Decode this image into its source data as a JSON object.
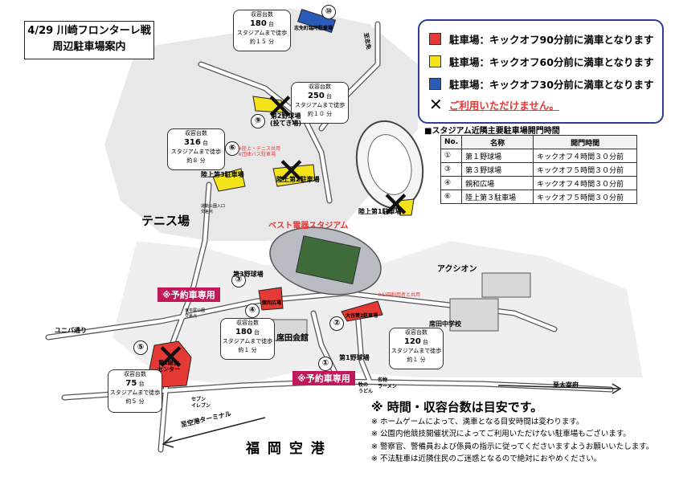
{
  "title": {
    "line1": "4/29 川崎フロンターレ戦",
    "line2": "周辺駐車場案内"
  },
  "legend": [
    {
      "color": "#e53935",
      "label": "駐車場：キックオフ90分前に満車となります"
    },
    {
      "color": "#f5e31a",
      "label": "駐車場：キックオフ60分前に満車となります"
    },
    {
      "color": "#2a5bb8",
      "label": "駐車場：キックオフ30分前に満車となります"
    }
  ],
  "legend_x": {
    "label": "ご利用いただけません。"
  },
  "gates": {
    "title": "■スタジアム近隣主要駐車場開門時間",
    "headers": [
      "No.",
      "名称",
      "開門時間"
    ],
    "rows": [
      [
        "①",
        "第１野球場",
        "キックオフ４時間３０分前"
      ],
      [
        "③",
        "第３野球場",
        "キックオフ５時間３０分前"
      ],
      [
        "④",
        "親和広場",
        "キックオフ４時間３０分前"
      ],
      [
        "⑥",
        "陸上第３駐車場",
        "キックオフ５時間３０分前"
      ]
    ]
  },
  "capacity": {
    "c10": {
      "l1": "収容台数",
      "count": "180",
      "unit": "台",
      "l3": "スタジアムまで徒歩",
      "walk": "約１５ 分"
    },
    "c9": {
      "l1": "収容台数",
      "count": "250",
      "unit": "台",
      "l3": "スタジアムまで徒歩",
      "walk": "約１０ 分"
    },
    "c6": {
      "l1": "収容台数",
      "count": "316",
      "unit": "台",
      "l3": "スタジアムまで徒歩",
      "walk": "約８ 分"
    },
    "c4": {
      "l1": "収容台数",
      "count": "180",
      "unit": "台",
      "l3": "スタジアムまで徒歩",
      "walk": "約１ 分"
    },
    "c2": {
      "l1": "収容台数",
      "count": "120",
      "unit": "台",
      "l3": "スタジアムまで徒歩",
      "walk": "約１ 分"
    },
    "c5": {
      "l1": "収容台数",
      "count": "75",
      "unit": "台",
      "l3": "スタジアムまで徒歩",
      "walk": "約５ 分"
    }
  },
  "numbers": {
    "n1": "①",
    "n2": "②",
    "n3": "③",
    "n4": "④",
    "n5": "⑤",
    "n6": "⑥",
    "n9": "⑨",
    "n10": "⑩"
  },
  "places": {
    "stadium": "ベスト電器スタジアム",
    "tennis": "テニス場",
    "airport": "福 岡 空 港",
    "yubabato": "ユニバ通り",
    "akashion": "アクシオン",
    "rikujo3": "陸上第3駐車場",
    "rikujo2": "陸上第2駐車場",
    "rikujo1": "陸上第1駐車場",
    "yakyu2": "第2野球場\n(投てき場)",
    "yakyu3": "第3野球場",
    "yakyu1": "第1野球場",
    "shinwa": "親和広場",
    "kaikan": "席田会館",
    "ootani2": "大谷第2駐車場",
    "sogo": "第1総合\nセンター",
    "chugakko": "席田中学校",
    "higashihirao": "志免町臨時駐車場",
    "seven": "セブン\nイレブン",
    "udon": "牧の\nうどん",
    "meihan": "名物\nラーメン",
    "to_dazaifu": "至太宰府",
    "to_airport": "至空港ターミナル",
    "to_north": "至志免",
    "note6": "※陸上・テニス共用\n※団体バス駐車場",
    "note_ootani": "※公園利用者と共用",
    "tennis_entrance": "運動公園入口\n交差点",
    "higashi_kouen": "東平尾公園\n交差点"
  },
  "reserved": {
    "r3": "※予約車専用",
    "r1": "※予約車専用"
  },
  "notes": {
    "head": "※ 時間・収容台数は目安です。",
    "items": [
      "※ ホームゲームによって、満車となる目安時間は変わります。",
      "※ 公園内他競技開催状況によってご利用いただけない駐車場もございます。",
      "※ 警察官、警備員および係員の指示に従ってくださいますようお願いいたします。",
      "※ 不法駐車は近隣住民のご迷惑となるので絶対におやめください。"
    ]
  },
  "colors": {
    "red": "#e53935",
    "yellow": "#f5e31a",
    "blue": "#2a5bb8",
    "reserved": "#c2185b",
    "label_red": "#e53935"
  }
}
